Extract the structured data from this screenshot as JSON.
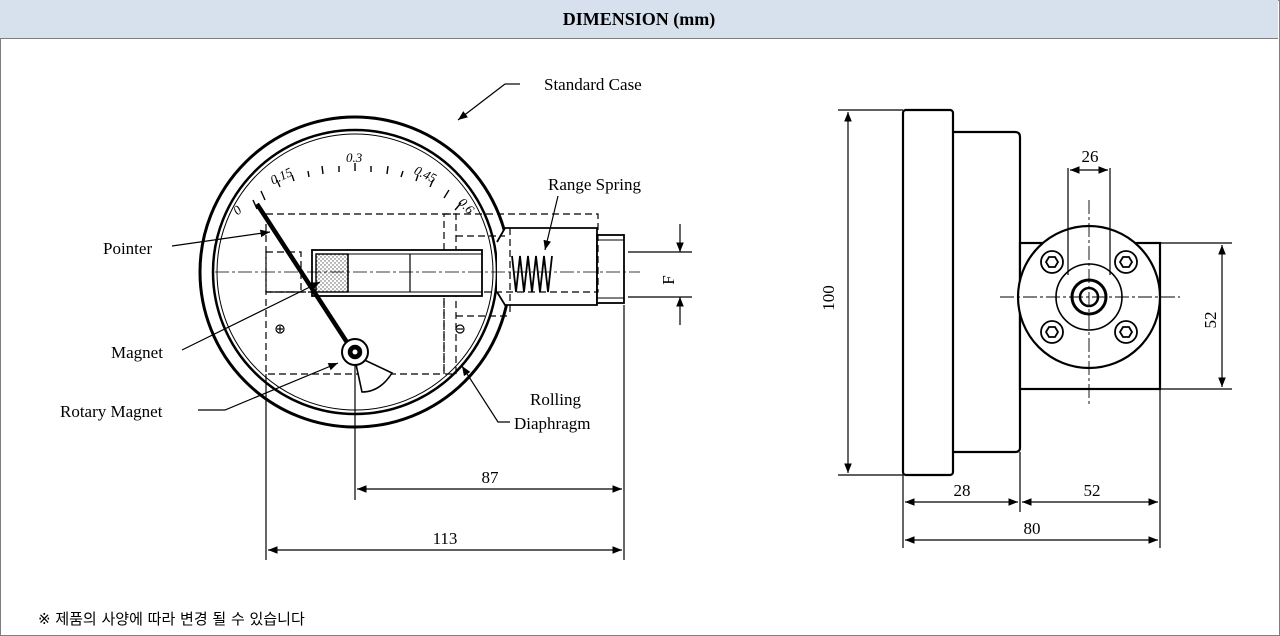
{
  "header": {
    "title": "DIMENSION (mm)"
  },
  "labels": {
    "standard_case": "Standard Case",
    "range_spring": "Range Spring",
    "pointer": "Pointer",
    "magnet": "Magnet",
    "rotary_magnet": "Rotary Magnet",
    "rolling": "Rolling",
    "diaphragm": "Diaphragm",
    "f": "F"
  },
  "scale": {
    "t0": "0",
    "t1": "0.15",
    "t2": "0.3",
    "t3": "0.45",
    "t4": "0.6"
  },
  "dims": {
    "d87": "87",
    "d113": "113",
    "d100": "100",
    "d26": "26",
    "d52v": "52",
    "d28": "28",
    "d52h": "52",
    "d80": "80"
  },
  "note": "※ 제품의 사양에 따라 변경 될 수 있습니다",
  "colors": {
    "header_bg": "#d7e1ed",
    "line": "#000000"
  }
}
